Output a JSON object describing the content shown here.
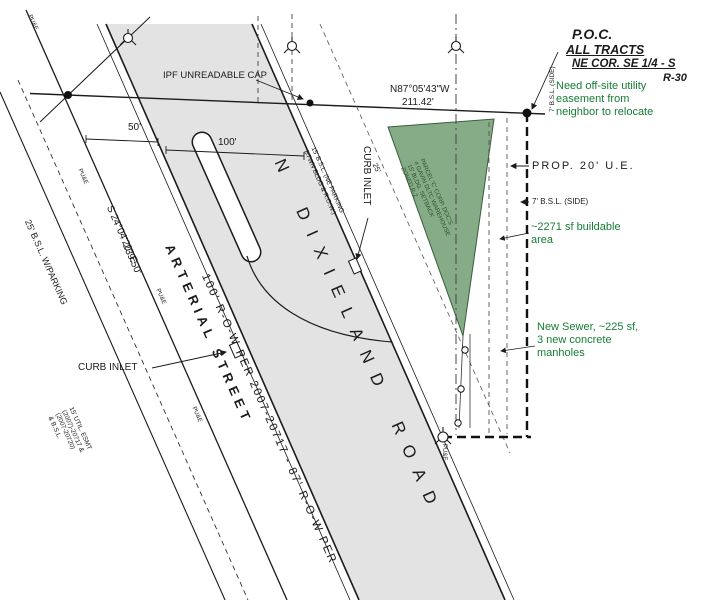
{
  "colors": {
    "road_fill": "#e3e3e3",
    "parcel_fill": "#7ba57c",
    "annotation_green": "#177d35",
    "line_black": "#1b1b1b"
  },
  "corner_block": {
    "poc": "P.O.C.",
    "all_tracts": "ALL TRACTS",
    "ne_cor": "NE COR. SE 1/4 - S",
    "zoning": "R-30"
  },
  "green_notes": {
    "offsite": [
      "Need off-site utility",
      "easement from",
      "neighbor to relocate"
    ],
    "buildable": [
      "~2271 sf buildable",
      "area"
    ],
    "sewer": [
      "New Sewer, ~225 sf,",
      "3 new concrete",
      "manholes"
    ]
  },
  "road": {
    "name": "N DIXIELAND ROAD",
    "arterial": "ARTERIAL STREET",
    "row_note": "100' R-O-W PER 2007-20717 - 87' R-O-W PER"
  },
  "bearings": {
    "west_bearing": "S 24°04'20\" E",
    "west_distance": "239.50'",
    "north_bearing": "N87°05'43\"W",
    "north_distance": "211.42'"
  },
  "dimensions": {
    "dim_50": "50'",
    "dim_100": "100'",
    "dim_25": "25'"
  },
  "callouts": {
    "ipf": "IPF UNREADABLE CAP",
    "curb_inlet_left": "CURB INLET",
    "curb_inlet_top": "CURB INLET",
    "prop_ue": "PROP. 20' U.E.",
    "bsl_side": "7' B.S.L. (SIDE)",
    "bsl_side_vert": "7' B.S.L. (SIDE)",
    "bsl_parking": "25' B.S.L. W/PARKING",
    "bsl_ne": [
      "15' B.S.L. (NE PARKING",
      "BTWN BLDG & R.O.W.)"
    ],
    "util_esmt": [
      "15' UTIL. ESMT",
      "(2007)-20717 &",
      "(2007-20720)",
      "& B.S.L."
    ],
    "pue": "PU&E"
  },
  "parcel": {
    "text": [
      "PARCEL 'C' CORP. DOC'S",
      "# GAVIN DLTC WAREHOUSE",
      "15' BLDG. SETBACK",
      "ZONED R-2"
    ]
  }
}
